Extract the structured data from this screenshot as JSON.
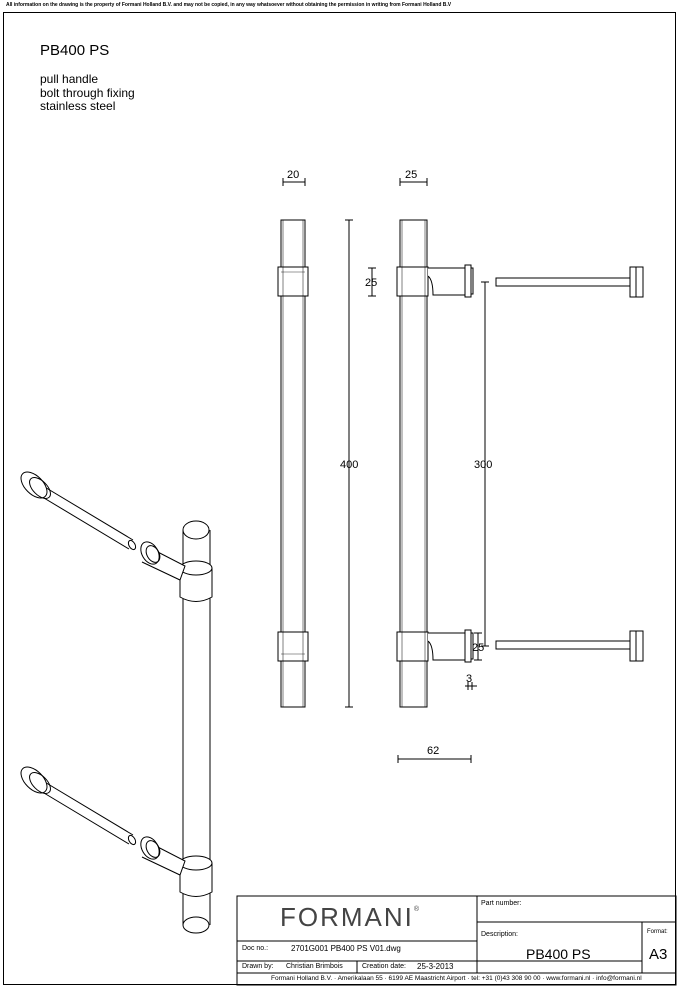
{
  "notice": "All information on the drawing is the property of Formani Holland B.V. and may not be copied, in any way whatsoever without obtaining the permission in writing from Formani Holland B.V",
  "title": "PB400 PS",
  "description": [
    "pull handle",
    "bolt through fixing",
    "stainless steel"
  ],
  "dimensions": {
    "width_front": "20",
    "width_side": "25",
    "length": "400",
    "centers": "300",
    "post_top": "25",
    "post_bottom": "25",
    "base_thickness": "3",
    "projection": "62"
  },
  "title_block": {
    "logo_text": "FORMANI",
    "logo_mark": "®",
    "part_number_label": "Part number:",
    "description_label": "Description:",
    "description_value": "PB400 PS",
    "format_label": "Format:",
    "format_value": "A3",
    "doc_no_label": "Doc no.:",
    "doc_no_value": "2701G001 PB400 PS V01.dwg",
    "drawn_by_label": "Drawn by:",
    "drawn_by_value": "Christian Brimbois",
    "creation_date_label": "Creation date:",
    "creation_date_value": "25-3-2013",
    "footer": "Formani Holland B.V.  ·  Amerikalaan 55  ·  6199 AE Maastricht Airport  ·  tel: +31 (0)43 308 90 00  ·  www.formani.nl  ·  info@formani.nl"
  }
}
